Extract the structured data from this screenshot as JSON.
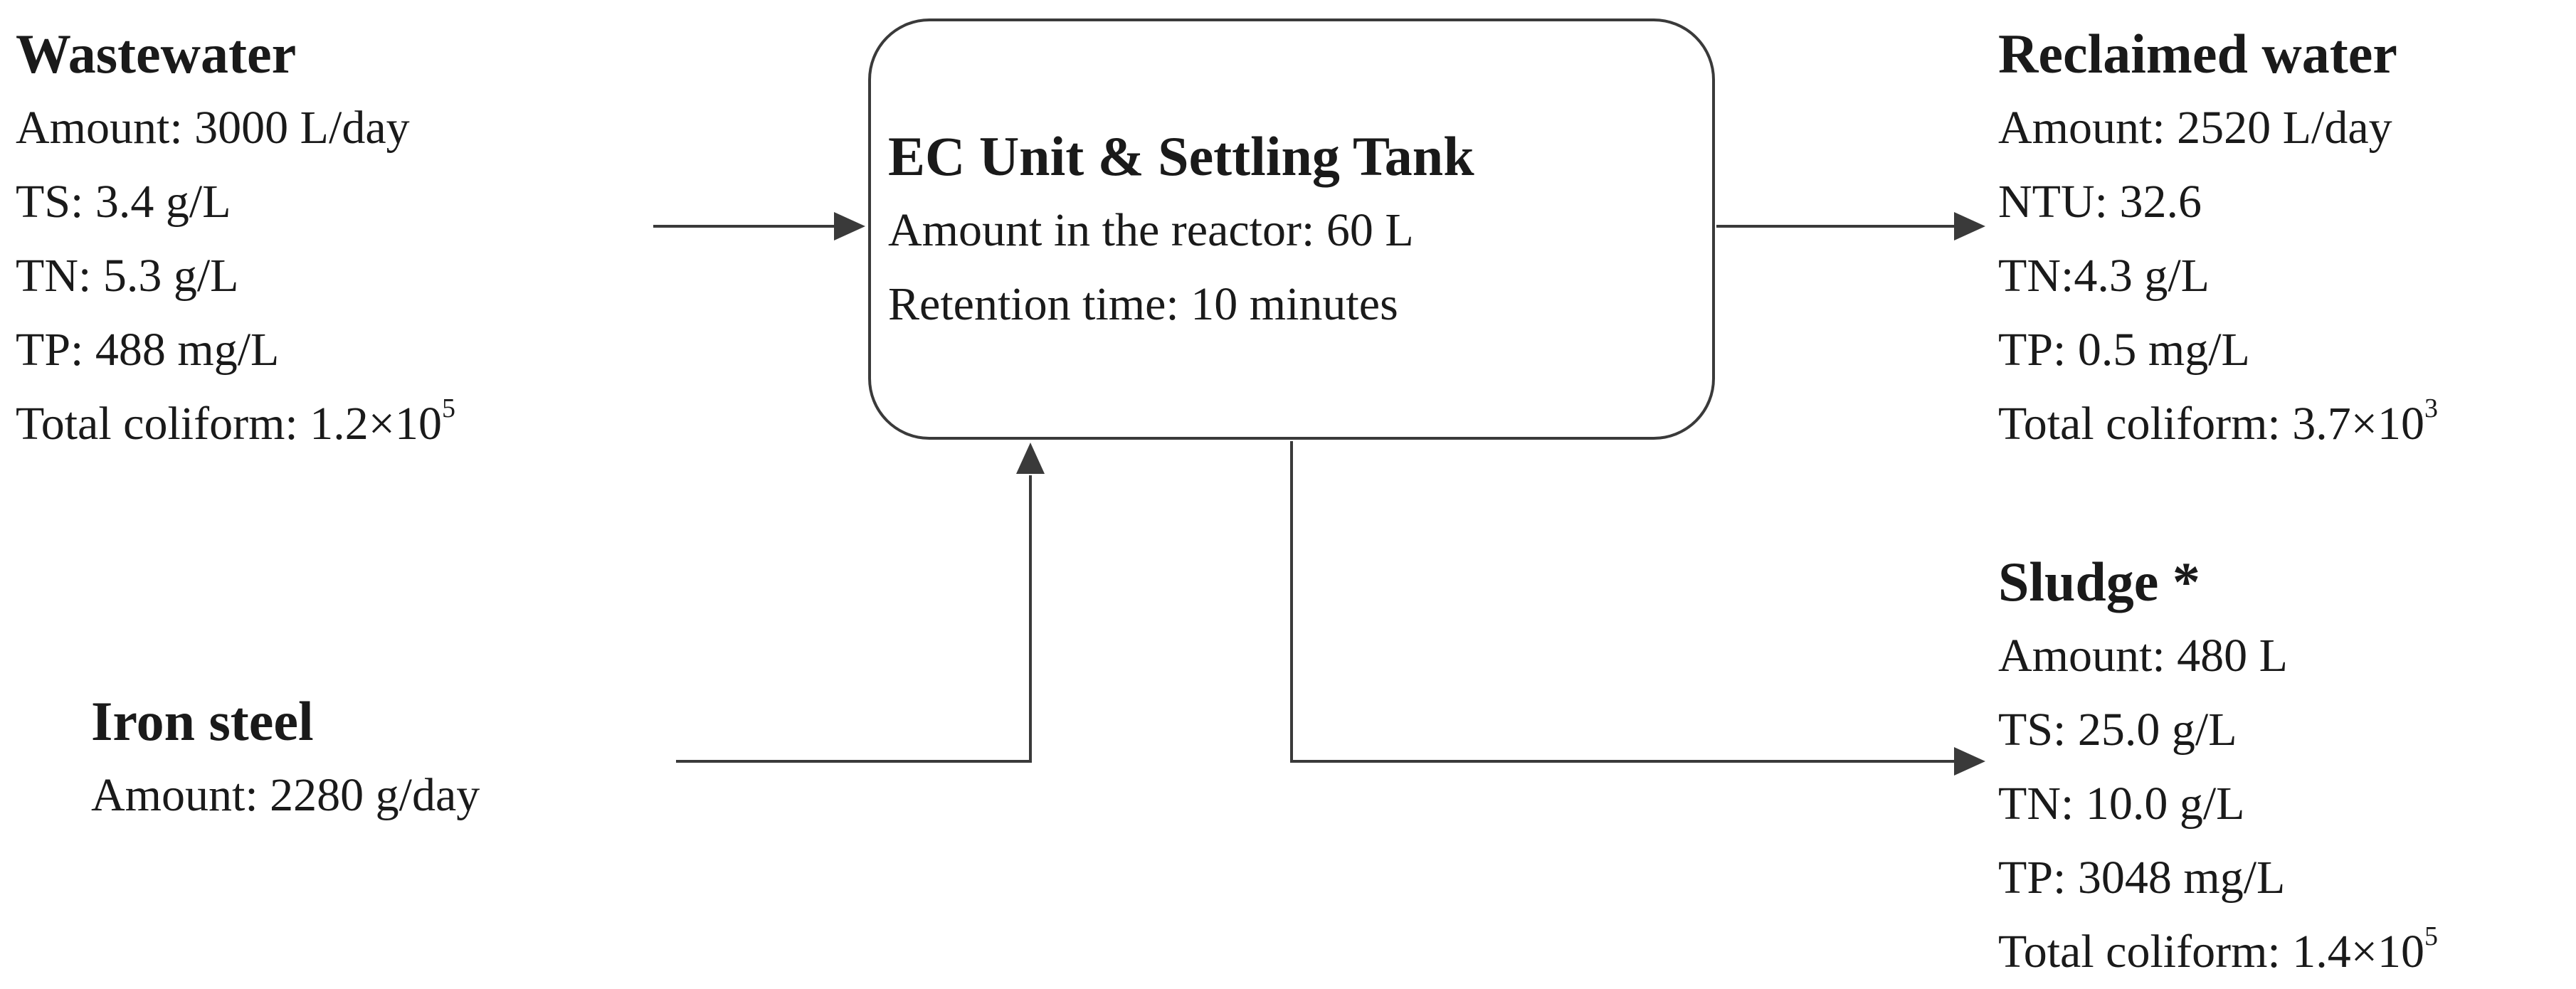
{
  "wastewater": {
    "title": "Wastewater",
    "amount": "Amount: 3000 L/day",
    "ts": "TS: 3.4 g/L",
    "tn": "TN: 5.3 g/L",
    "tp": "TP: 488 mg/L",
    "coliform_base": "Total coliform: 1.2×10",
    "coliform_exp": "5"
  },
  "unit": {
    "title": "EC Unit & Settling Tank",
    "reactor_amount": "Amount in the reactor: 60 L",
    "retention": "Retention time: 10 minutes"
  },
  "reclaimed": {
    "title": "Reclaimed water",
    "amount": "Amount:  2520 L/day",
    "ntu": "NTU: 32.6",
    "tn": "TN:4.3 g/L",
    "tp": "TP: 0.5 mg/L",
    "coliform_base": "Total coliform: 3.7×10",
    "coliform_exp": "3"
  },
  "sludge": {
    "title": "Sludge *",
    "amount": "Amount: 480 L",
    "ts": "TS: 25.0 g/L",
    "tn": "TN: 10.0 g/L",
    "tp": "TP: 3048 mg/L",
    "coliform_base": "Total coliform: 1.4×10",
    "coliform_exp": "5"
  },
  "iron": {
    "title": "Iron steel",
    "amount": "Amount: 2280 g/day"
  },
  "colors": {
    "line": "#3a3a3a",
    "text": "#1a1a1a"
  }
}
